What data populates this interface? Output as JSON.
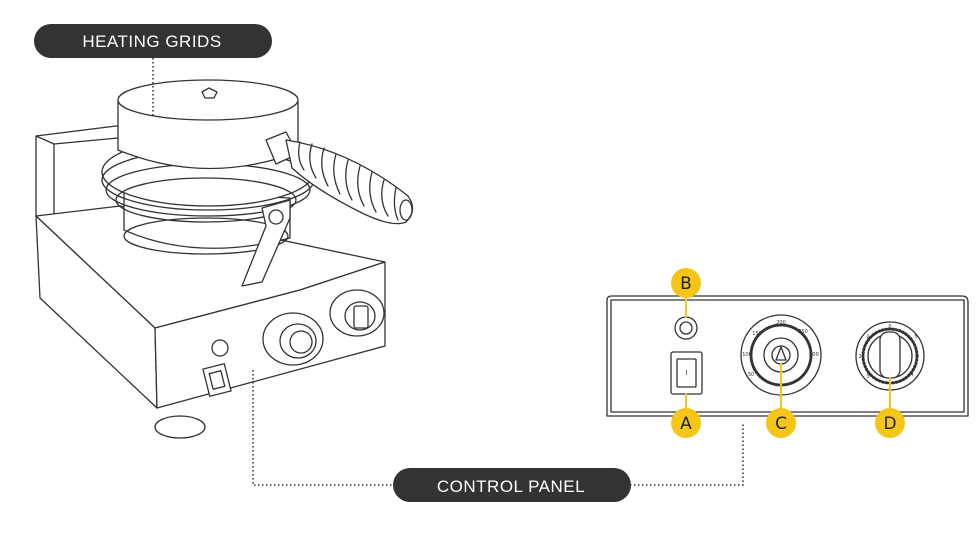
{
  "labels": {
    "heating_grids": "HEATING GRIDS",
    "control_panel": "CONTROL PANEL"
  },
  "markers": {
    "a": "A",
    "b": "B",
    "c": "C",
    "d": "D"
  },
  "dial": {
    "ticks": [
      "50",
      "100",
      "150",
      "200",
      "250",
      "300"
    ]
  },
  "knob": {
    "ticks": [
      "0",
      "1",
      "2",
      "3",
      "4",
      "5"
    ]
  },
  "switch": {
    "symbol": "I"
  },
  "colors": {
    "pill": "#333333",
    "marker": "#f5c518",
    "line": "#333333"
  }
}
